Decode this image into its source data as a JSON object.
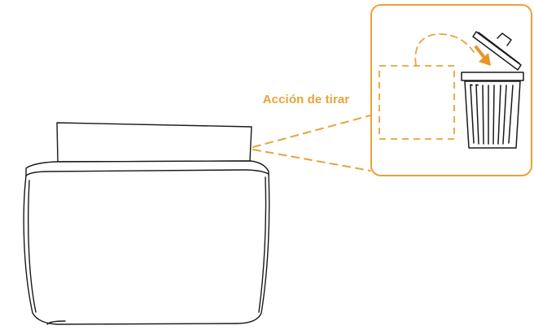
{
  "label": "Acción de tirar",
  "colors": {
    "accent": "#E8A33A",
    "arrow": "#E8952A",
    "stroke": "#1a1a1a",
    "background": "#ffffff"
  },
  "icons": {
    "object": "tissue-box",
    "target": "trash-can-with-open-lid",
    "action": "throw-arrow"
  }
}
